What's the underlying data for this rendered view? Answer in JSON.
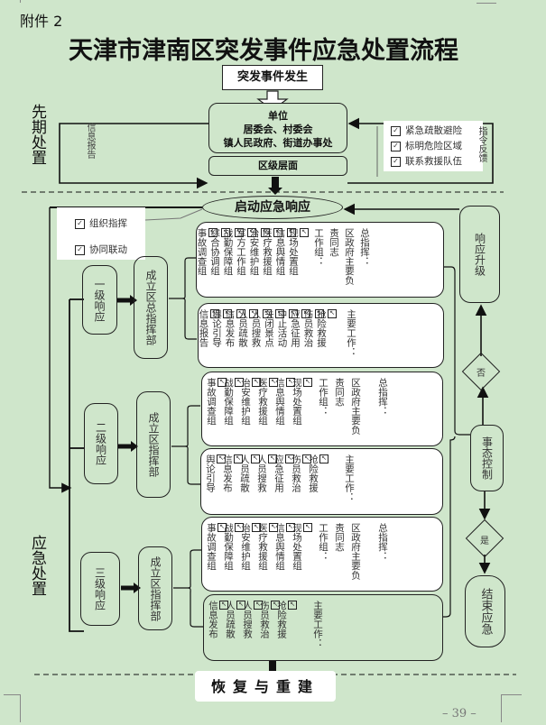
{
  "header": {
    "attachment": "附件 2",
    "title": "天津市津南区突发事件应急处置流程"
  },
  "initial_phase": {
    "section_label": "先期处置",
    "event_box": "突发事件发生",
    "unit_box": {
      "line1": "单位",
      "line2": "居委会、村委会",
      "line3": "镇人民政府、街道办事处"
    },
    "district_box": "区级层面",
    "info_report_label": "信息报告",
    "feedback_items": [
      "紧急疏散避险",
      "标明危险区域",
      "联系救援队伍"
    ],
    "command_feedback_label": "指令反馈"
  },
  "response": {
    "section_label": "应急处置",
    "start_label": "启动应急响应",
    "org_items": [
      "组织指挥",
      "协同联动"
    ],
    "levels": [
      {
        "level_label": "一级响应",
        "hq_label": "成立区总指挥部",
        "command_columns": [
          "总指挥：",
          "区政府主要负",
          "责同志",
          "工作组："
        ],
        "groups": [
          "现场处置组",
          "信息舆情组",
          "医疗救援组",
          "治安维护组",
          "军方工作组",
          "战勤保障组",
          "综合协调组",
          "事故调查组"
        ],
        "main_work_label": "主要工作：",
        "tasks": [
          "抢险救援",
          "伤员救治",
          "应急征用",
          "中止活动",
          "关闭景点",
          "人员搜救",
          "人员疏散",
          "信息发布",
          "舆论引导",
          "信息报告"
        ]
      },
      {
        "level_label": "二级响应",
        "hq_label": "成立区指挥部",
        "command_columns": [
          "总指挥：",
          "区政府主要负",
          "责同志",
          "工作组："
        ],
        "groups": [
          "现场处置组",
          "信息舆情组",
          "医疗救援组",
          "治安维护组",
          "战勤保障组",
          "事故调查组"
        ],
        "main_work_label": "主要工作：",
        "tasks": [
          "抢险救援",
          "伤员救治",
          "应急征用",
          "人员搜救",
          "人员疏散",
          "信息发布",
          "舆论引导"
        ]
      },
      {
        "level_label": "三级响应",
        "hq_label": "成立区指挥部",
        "command_columns": [
          "总指挥：",
          "区政府主要负",
          "责同志",
          "工作组："
        ],
        "groups": [
          "现场处置组",
          "信息舆情组",
          "医疗救援组",
          "治安维护组",
          "战勤保障组",
          "事故调查组"
        ],
        "main_work_label": "主要工作：",
        "tasks": [
          "抢险救援",
          "伤员救治",
          "人员搜救",
          "人员疏散",
          "信息发布"
        ]
      }
    ],
    "upgrade_label": "响应升级",
    "no_label": "否",
    "control_label": "事态控制",
    "yes_label": "是",
    "end_label": "结束应急"
  },
  "footer": {
    "restore_label": "恢复与重建",
    "page_number": "– 39 –"
  }
}
